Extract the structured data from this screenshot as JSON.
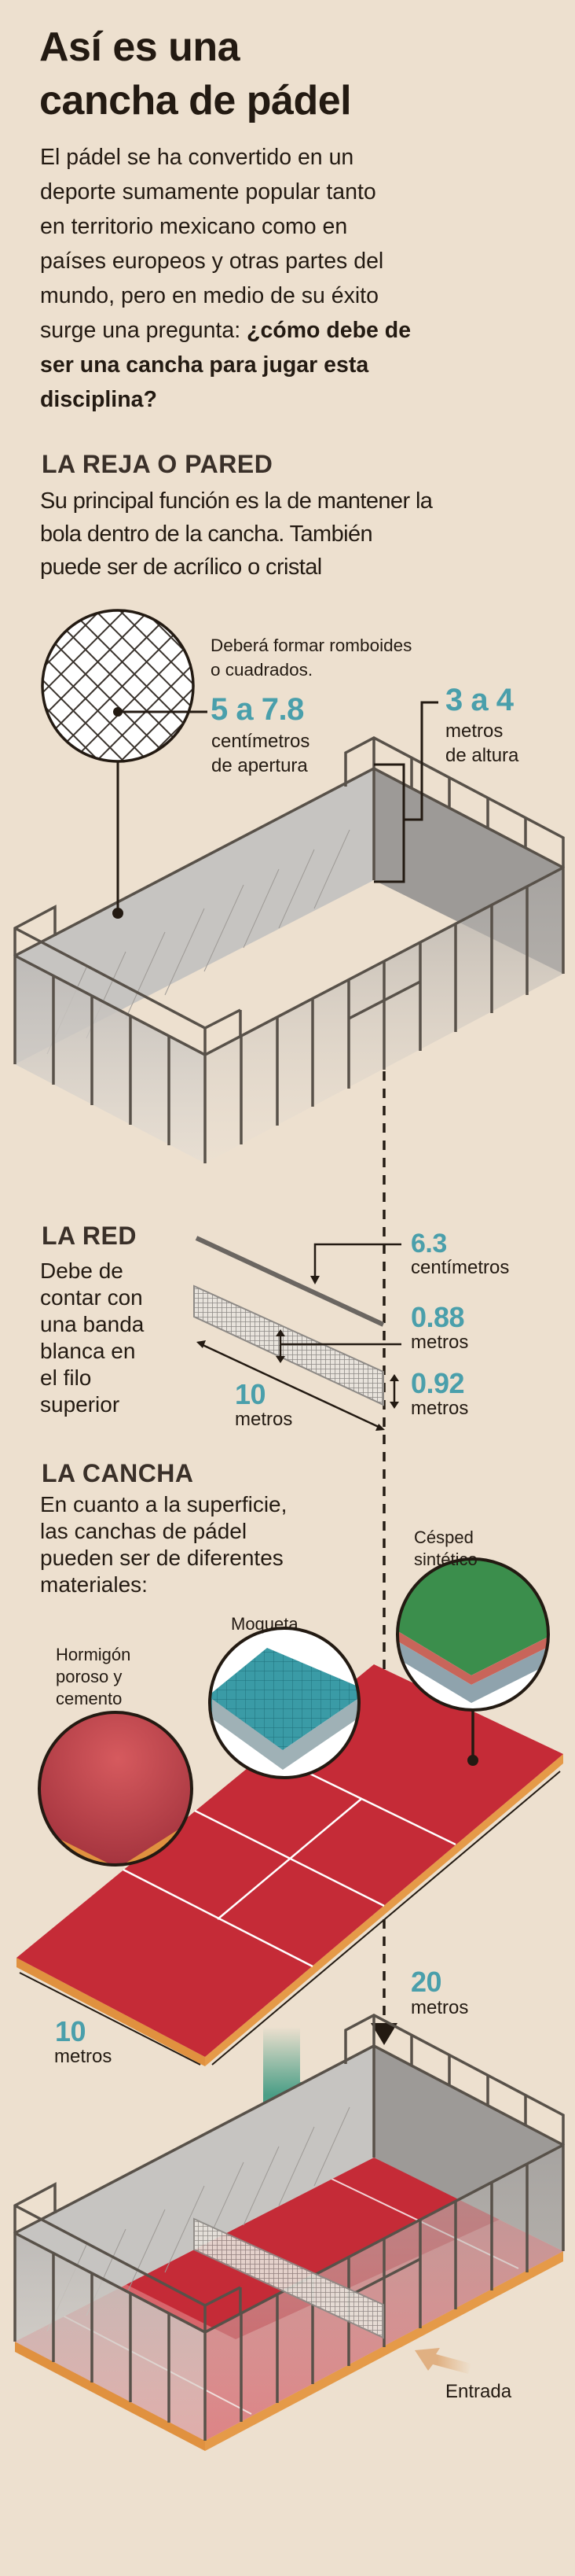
{
  "title": [
    "Así es una",
    "cancha de pádel"
  ],
  "intro": {
    "lines": [
      "El pádel se ha convertido en un",
      "deporte sumamente popular tanto",
      "en territorio mexicano como en",
      "países europeos y otras partes del",
      "mundo, pero en medio de su éxito"
    ],
    "mixed_line_normal": "surge una pregunta: ",
    "mixed_line_bold": "¿cómo debe de",
    "bold_lines": [
      "ser una cancha para jugar esta",
      "disciplina?"
    ]
  },
  "reja": {
    "heading": "LA REJA O PARED",
    "body": [
      "Su principal función es la de mantener la",
      "bola dentro de la cancha. También",
      "puede ser de acrílico o cristal"
    ],
    "mesh_note": [
      "Deberá formar romboides",
      "o cuadrados."
    ],
    "opening_value": "5 a 7.8",
    "opening_unit": [
      "centímetros",
      "de apertura"
    ],
    "height_value": "3 a 4",
    "height_unit": [
      "metros",
      "de altura"
    ]
  },
  "red": {
    "heading": "LA RED",
    "body": [
      "Debe de",
      "contar con",
      "una banda",
      "blanca en",
      "el filo",
      "superior"
    ],
    "band_value": "6.3",
    "band_unit": "centímetros",
    "center_value": "0.88",
    "center_unit": "metros",
    "post_value": "0.92",
    "post_unit": "metros",
    "length_value": "10",
    "length_unit": "metros"
  },
  "cancha": {
    "heading": "LA CANCHA",
    "body": [
      "En cuanto a la superficie,",
      "las canchas de pádel",
      "pueden ser de diferentes",
      "materiales:"
    ],
    "materials": [
      {
        "label": [
          "Hormigón",
          "poroso y",
          "cemento"
        ],
        "color": "#c9474f"
      },
      {
        "label": [
          "Moqueta"
        ],
        "color": "#3a9ba6"
      },
      {
        "label": [
          "Césped",
          "sintético"
        ],
        "color": "#3b8e4c"
      }
    ],
    "length_value": "20",
    "length_unit": "metros",
    "width_value": "10",
    "width_unit": "metros",
    "entrance": "Entrada"
  },
  "colors": {
    "background": "#ede0cf",
    "accent": "#4a9fab",
    "court": "#c52b37",
    "edge": "#e0913f",
    "arrow": "#4a9e86"
  }
}
